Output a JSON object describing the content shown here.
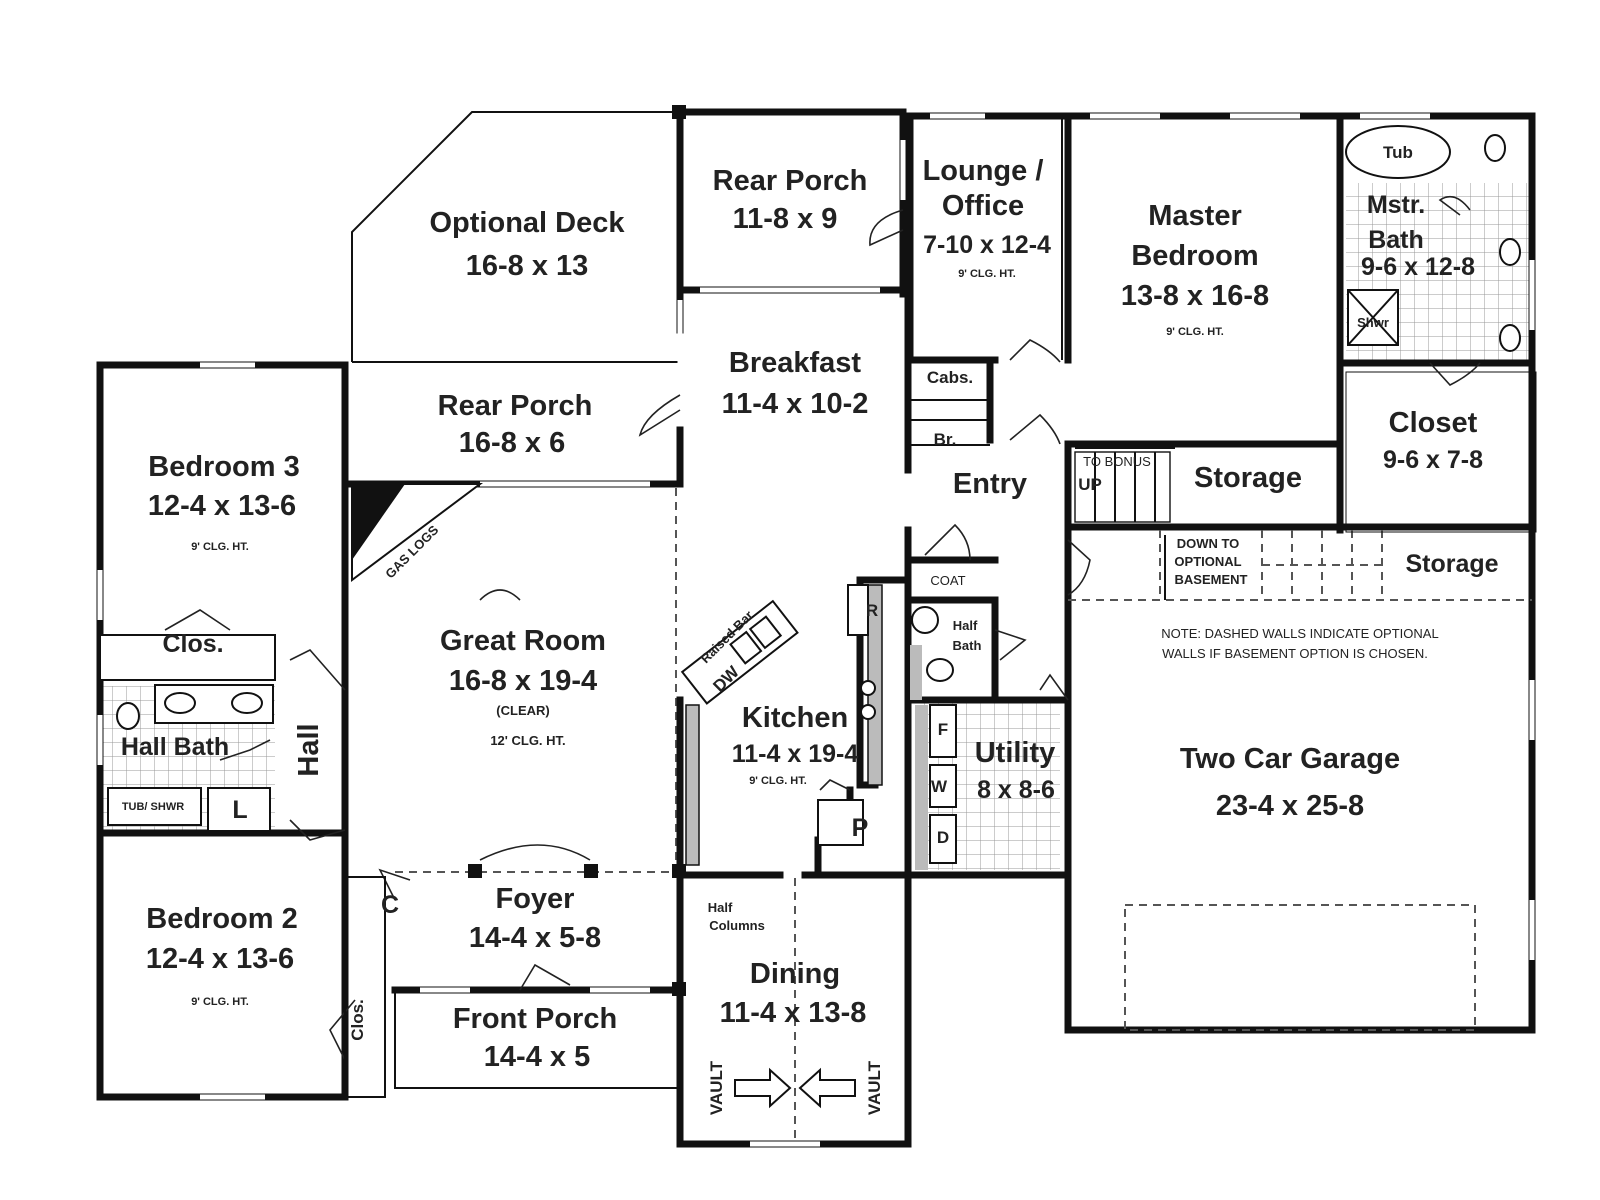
{
  "rooms": {
    "optional_deck": {
      "name": "Optional Deck",
      "size": "16-8 x 13"
    },
    "rear_porch_top": {
      "name": "Rear Porch",
      "size": "11-8 x 9"
    },
    "lounge": {
      "name1": "Lounge /",
      "name2": "Office",
      "size": "7-10 x 12-4",
      "ceiling": "9' CLG. HT."
    },
    "master_bedroom": {
      "name1": "Master",
      "name2": "Bedroom",
      "size": "13-8 x 16-8",
      "ceiling": "9' CLG. HT."
    },
    "tub": "Tub",
    "mstr_bath": {
      "name1": "Mstr.",
      "name2": "Bath",
      "size": "9-6 x 12-8"
    },
    "shwr": "Shwr",
    "breakfast": {
      "name": "Breakfast",
      "size": "11-4 x 10-2"
    },
    "cabs": "Cabs.",
    "br": "Br.",
    "rear_porch_mid": {
      "name": "Rear Porch",
      "size": "16-8 x 6"
    },
    "bedroom3": {
      "name": "Bedroom 3",
      "size": "12-4 x 13-6",
      "ceiling": "9' CLG. HT."
    },
    "closet": {
      "name": "Closet",
      "size": "9-6 x 7-8"
    },
    "entry": "Entry",
    "to_bonus": "TO BONUS",
    "up": "UP",
    "storage1": "Storage",
    "storage2": "Storage",
    "down_basement": {
      "line1": "DOWN TO",
      "line2": "OPTIONAL",
      "line3": "BASEMENT"
    },
    "gas_logs": "GAS LOGS",
    "great_room": {
      "name": "Great Room",
      "size": "16-8 x 19-4",
      "clear": "(CLEAR)",
      "ceiling": "12' CLG. HT."
    },
    "coat": "COAT",
    "half_bath": {
      "line1": "Half",
      "line2": "Bath"
    },
    "r": "R",
    "raised_bar": "Raised Bar",
    "dw": "DW",
    "clos_top": "Clos.",
    "hall_bath": "Hall Bath",
    "hall": "Hall",
    "tub_shwr": "TUB/ SHWR",
    "l": "L",
    "kitchen": {
      "name": "Kitchen",
      "size": "11-4 x 19-4",
      "ceiling": "9' CLG. HT."
    },
    "utility": {
      "name": "Utility",
      "size": "8 x 8-6"
    },
    "f": "F",
    "w": "W",
    "d": "D",
    "p": "P",
    "garage": {
      "name": "Two Car Garage",
      "size": "23-4 x 25-8"
    },
    "note": {
      "line1": "NOTE: DASHED WALLS INDICATE OPTIONAL",
      "line2": "WALLS IF BASEMENT OPTION IS CHOSEN."
    },
    "bedroom2": {
      "name": "Bedroom 2",
      "size": "12-4 x 13-6",
      "ceiling": "9' CLG. HT."
    },
    "c": "C",
    "clos_side": "Clos.",
    "foyer": {
      "name": "Foyer",
      "size": "14-4 x 5-8"
    },
    "half_columns": {
      "line1": "Half",
      "line2": "Columns"
    },
    "front_porch": {
      "name": "Front Porch",
      "size": "14-4 x 5"
    },
    "dining": {
      "name": "Dining",
      "size": "11-4 x 13-8"
    },
    "vault_left": "VAULT",
    "vault_right": "VAULT"
  }
}
